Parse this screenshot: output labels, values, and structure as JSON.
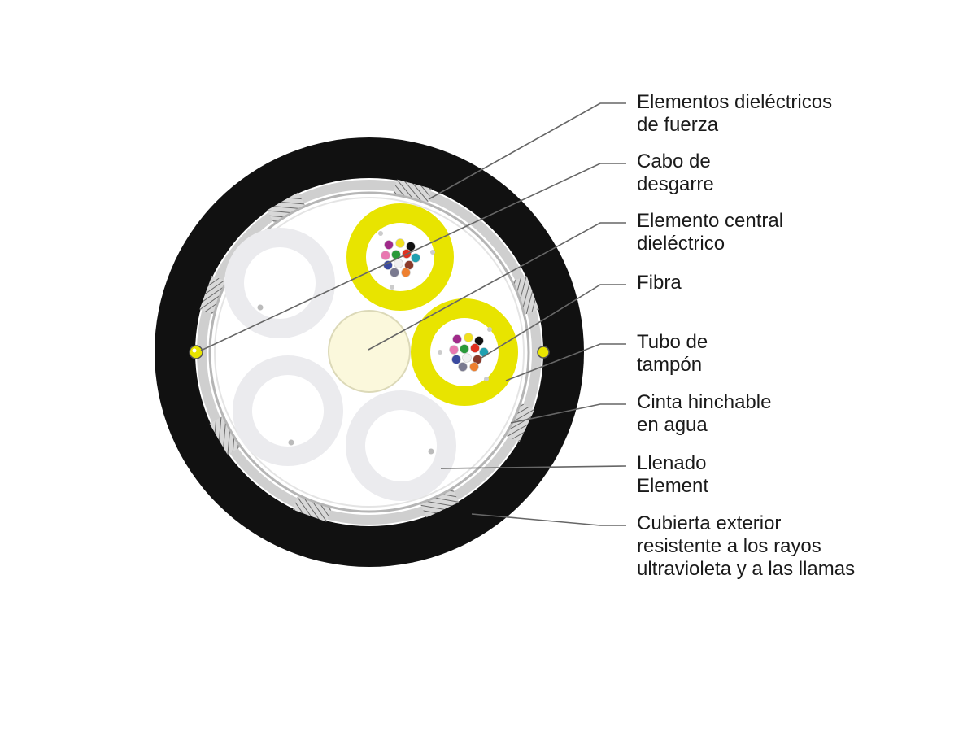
{
  "labels": {
    "strength_members": [
      "Elementos dieléctricos",
      "de fuerza"
    ],
    "ripcord": [
      "Cabo de",
      "desgarre"
    ],
    "central_member": [
      "Elemento central",
      "dieléctrico"
    ],
    "fiber": [
      "Fibra"
    ],
    "buffer_tube": [
      "Tubo de",
      "tampón"
    ],
    "water_blocking_tape": [
      "Cinta hinchable",
      "en agua"
    ],
    "filler": [
      "Llenado",
      "Element"
    ],
    "outer_jacket": [
      "Cubierta exterior",
      "resistente a los rayos",
      "ultravioleta y a las llamas"
    ]
  },
  "colors": {
    "jacket": "#111111",
    "buffer_tube": "#e8e400",
    "filler": "#ededf0",
    "central_member": "#fbf8dc",
    "leader_line": "#666666",
    "fibers": [
      "#a02a8a",
      "#f0e020",
      "#111111",
      "#e878b0",
      "#2a9a3a",
      "#e03020",
      "#20a0b0",
      "#3a4aa0",
      "#f0f0f0",
      "#8a3a2a",
      "#7a7a90",
      "#ee8030"
    ]
  }
}
